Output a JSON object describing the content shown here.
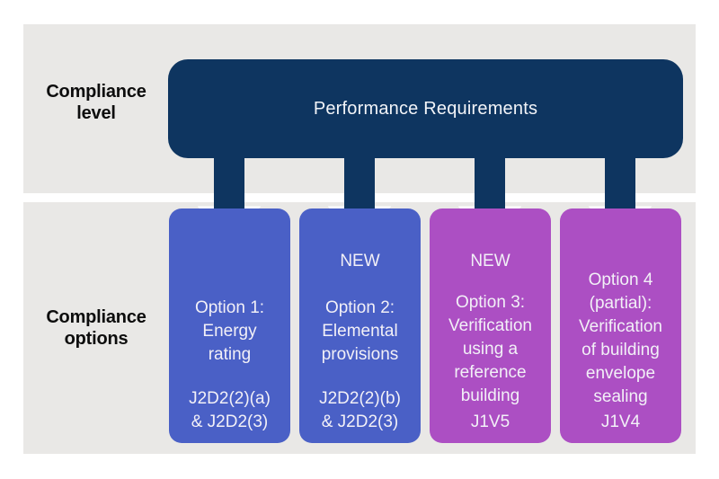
{
  "diagram": {
    "row_labels": {
      "level": "Compliance\nlevel",
      "options": "Compliance\noptions"
    },
    "performance_box": {
      "label": "Performance Requirements"
    },
    "option_boxes": [
      {
        "badge": "",
        "title": "Option 1:\nEnergy\nrating",
        "code": "J2D2(2)(a)\n& J2D2(3)"
      },
      {
        "badge": "NEW",
        "title": "Option 2:\nElemental\nprovisions",
        "code": "J2D2(2)(b)\n& J2D2(3)"
      },
      {
        "badge": "NEW",
        "title": "Option 3:\nVerification\nusing a\nreference\nbuilding",
        "code": "J1V5"
      },
      {
        "badge": "",
        "title": "Option 4\n(partial):\nVerification\nof building\nenvelope\nsealing",
        "code": "J1V4"
      }
    ],
    "colors": {
      "navy": "#0E3560",
      "blue": "#4A60C6",
      "purple": "#AC4FC3",
      "band_gray": "#E9E8E6",
      "text_light": "#F2F0F7",
      "text_dark": "#0D0D0D"
    }
  }
}
